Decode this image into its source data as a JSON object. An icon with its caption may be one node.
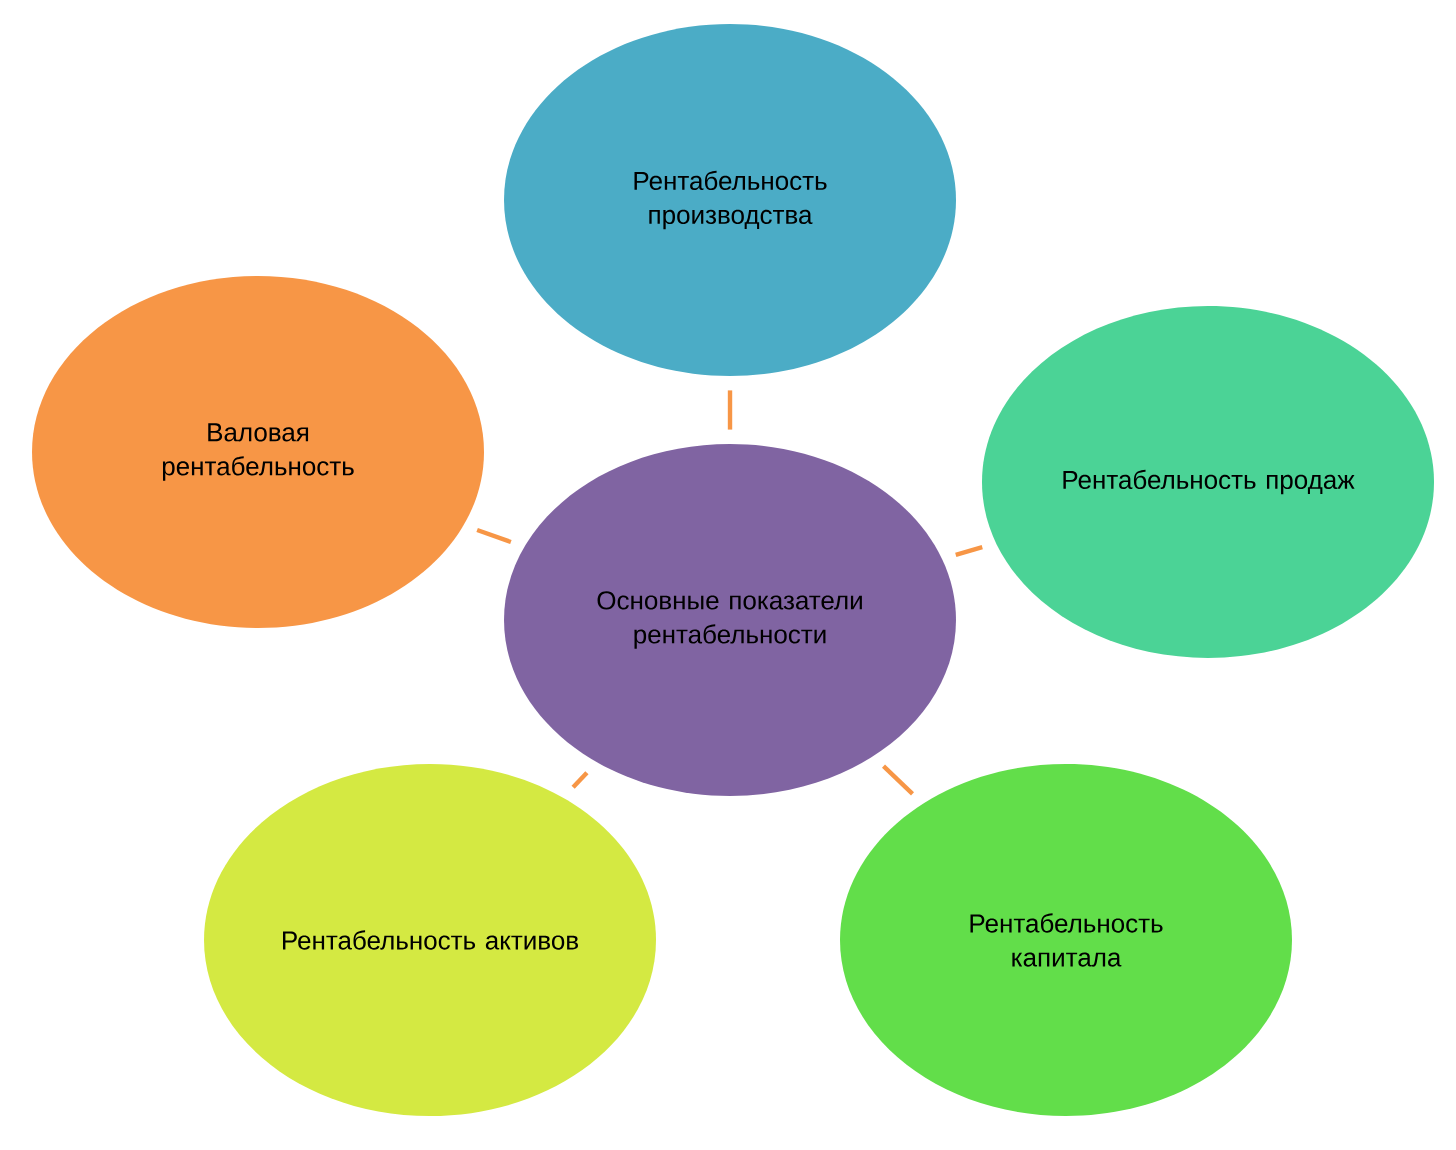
{
  "diagram": {
    "nodes": [
      {
        "text": [
          "Основные показатели рентабельности"
        ]
      },
      {
        "text": [
          "Рентабельность производства"
        ]
      },
      {
        "text": [
          "Рентабельность продаж"
        ]
      },
      {
        "text": [
          "Рентабельность капитала"
        ]
      },
      {
        "text": [
          "Рентабельность активов"
        ]
      },
      {
        "text": [
          "Валовая рентабельность"
        ]
      }
    ],
    "edges": [
      {
        "from": 0,
        "to": 1,
        "arrow": "none"
      },
      {
        "from": 0,
        "to": 2,
        "arrow": "none"
      },
      {
        "from": 0,
        "to": 3,
        "arrow": "none"
      },
      {
        "from": 0,
        "to": 4,
        "arrow": "none"
      },
      {
        "from": 0,
        "to": 5,
        "arrow": "none"
      }
    ]
  }
}
